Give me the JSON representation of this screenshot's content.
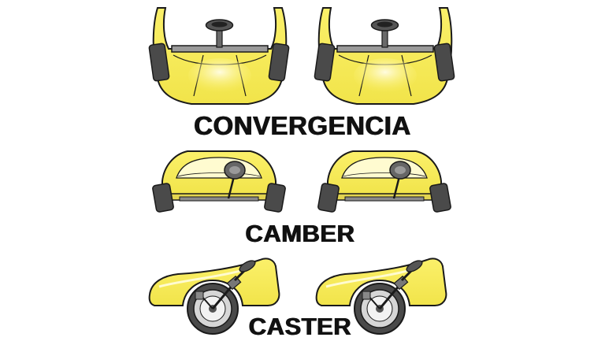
{
  "labels": {
    "convergencia": "CONVERGENCIA",
    "camber": "CAMBER",
    "caster": "CASTER"
  },
  "colors": {
    "body_yellow": "#fbf06a",
    "highlight": "#fffbd0",
    "outline": "#1a1a1a",
    "tire": "#4a4a4a",
    "tire_light": "#8a8a8a",
    "rim": "#d6d6d6",
    "background": "#ffffff"
  },
  "panels": [
    {
      "name": "convergencia",
      "views": [
        "top-view-left",
        "top-view-right"
      ]
    },
    {
      "name": "camber",
      "views": [
        "front-view-left",
        "front-view-right"
      ]
    },
    {
      "name": "caster",
      "views": [
        "side-view-left",
        "side-view-right"
      ]
    }
  ]
}
